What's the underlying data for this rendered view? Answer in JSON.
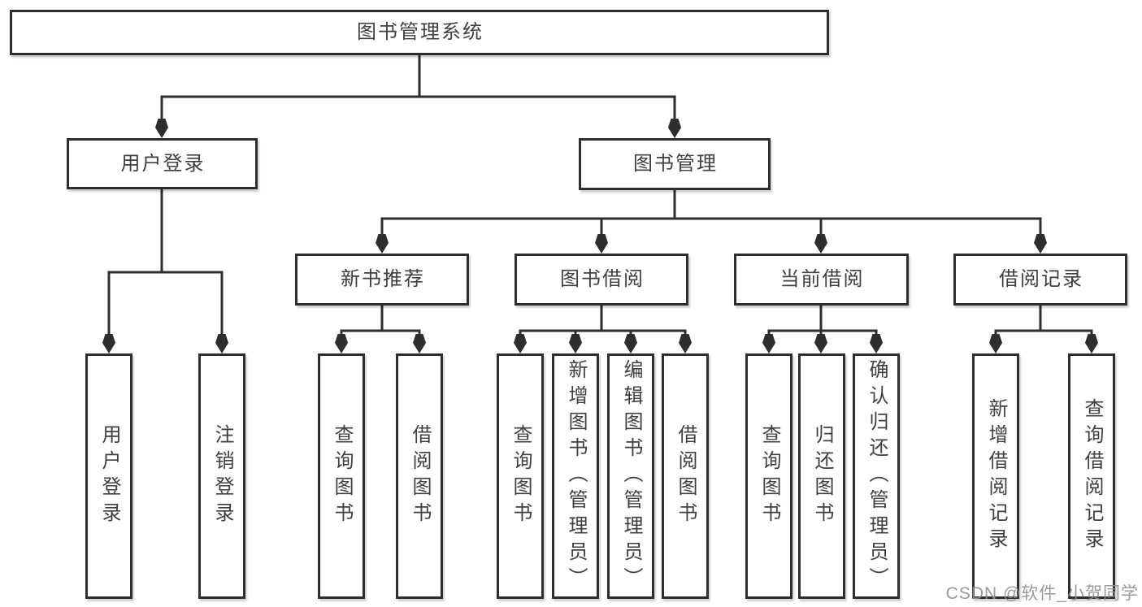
{
  "tree": {
    "label": "图书管理系统",
    "children": [
      {
        "label": "用户登录",
        "children": [
          {
            "label": "用户登录"
          },
          {
            "label": "注销登录"
          }
        ]
      },
      {
        "label": "图书管理",
        "children": [
          {
            "label": "新书推荐",
            "children": [
              {
                "label": "查询图书"
              },
              {
                "label": "借阅图书"
              }
            ]
          },
          {
            "label": "图书借阅",
            "children": [
              {
                "label": "查询图书"
              },
              {
                "label": "新增图书（管理员）"
              },
              {
                "label": "编辑图书（管理员）"
              },
              {
                "label": "借阅图书"
              }
            ]
          },
          {
            "label": "当前借阅",
            "children": [
              {
                "label": "查询图书"
              },
              {
                "label": "归还图书"
              },
              {
                "label": "确认归还（管理员）"
              }
            ]
          },
          {
            "label": "借阅记录",
            "children": [
              {
                "label": "新增借阅记录"
              },
              {
                "label": "查询借阅记录"
              }
            ]
          }
        ]
      }
    ]
  },
  "watermark": "CSDN @软件_小贺同学",
  "colors": {
    "line": "#2e2e2e",
    "text": "#3f3f3f",
    "background": "#ffffff",
    "watermark": "#919191"
  }
}
